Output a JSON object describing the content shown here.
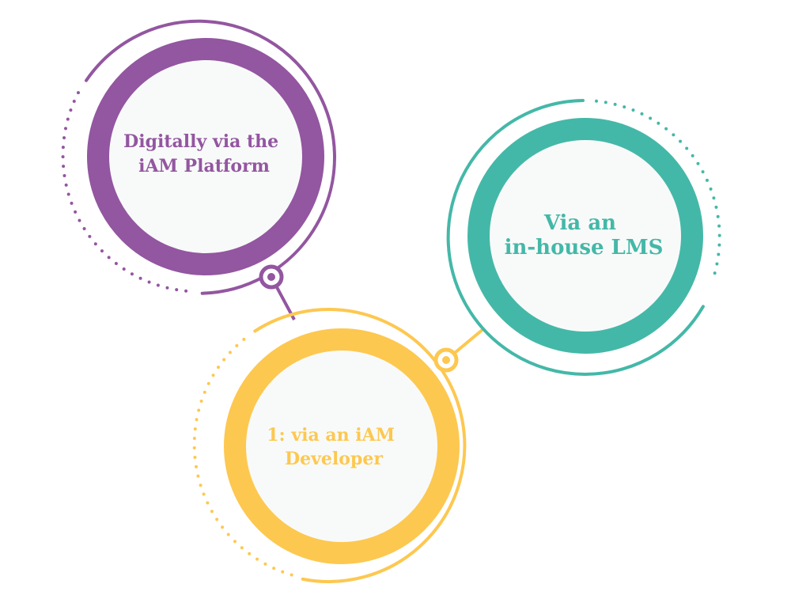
{
  "colors": {
    "purple": "#9356A0",
    "teal": "#44B8A8",
    "yellow": "#FDC850",
    "inner_fill": "#F8FAF9"
  },
  "nodes": {
    "purple": {
      "line1": "Digitally via the",
      "line2": "iAM Platform"
    },
    "teal": {
      "line1": "Via an",
      "line2": "in-house LMS"
    },
    "yellow": {
      "line1": "1: via an iAM",
      "line2": "Developer"
    }
  }
}
